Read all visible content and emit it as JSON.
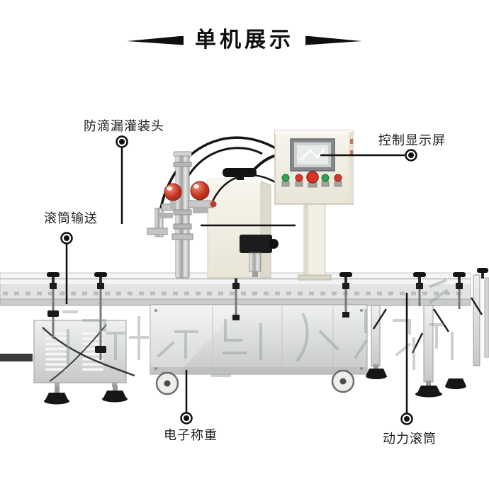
{
  "title": {
    "text": "单机展示"
  },
  "callouts": {
    "filling_head": {
      "label": "防滴漏灌装头"
    },
    "control_screen": {
      "label": "控制显示屏"
    },
    "roller_conveyor": {
      "label": "滚筒输送"
    },
    "electronic_weighing": {
      "label": "电子称重"
    },
    "power_roller": {
      "label": "动力滚筒"
    }
  },
  "colors": {
    "text": "#1e1e1e",
    "leader_line": "#0f0f0f",
    "machine_steel": "#d9dbda",
    "panel_cream": "#f4f1e8",
    "regulator_red": "#c2341f",
    "button_green": "#2fa152",
    "button_red": "#d13a2c",
    "foot_black": "#161616",
    "watermark_grey": "#8f989d"
  }
}
